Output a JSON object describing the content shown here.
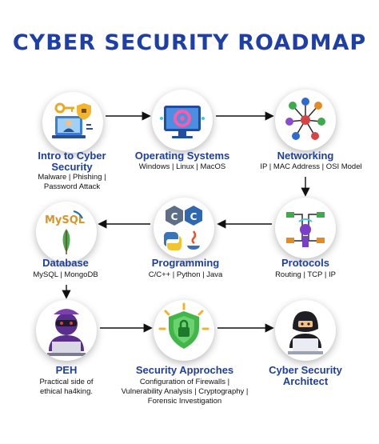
{
  "title": "CYBER SECURITY ROADMAP",
  "nodes": {
    "intro": {
      "title_line1": "Intro to Cyber",
      "title_line2": "Security",
      "sub_line1": "Malware | Phishing |",
      "sub_line2": "Password Attack"
    },
    "os": {
      "title": "Operating Systems",
      "sub": "Windows | Linux | MacOS"
    },
    "networking": {
      "title": "Networking",
      "sub": "IP | MAC Address | OSI Model"
    },
    "database": {
      "title": "Database",
      "sub": "MySQL | MongoDB",
      "mysql_logo_text": "MySQL"
    },
    "programming": {
      "title": "Programming",
      "sub": "C/C++ | Python | Java",
      "c_letter": "C",
      "cpp_letter": "C"
    },
    "protocols": {
      "title": "Protocols",
      "sub": "Routing | TCP | IP"
    },
    "peh": {
      "title": "PEH",
      "sub_line1": "Practical side of",
      "sub_line2": "ethical ha4king."
    },
    "security": {
      "title": "Security Approches",
      "sub_line1": "Configuration of Firewalls |",
      "sub_line2": "Vulnerability Analysis | Cryptography |",
      "sub_line3": "Forensic Investigation"
    },
    "architect": {
      "title_line1": "Cyber Security",
      "title_line2": "Architect"
    }
  },
  "colors": {
    "title": "#1e3fa8",
    "node_title": "#1f3f9a",
    "arrow": "#111111"
  }
}
